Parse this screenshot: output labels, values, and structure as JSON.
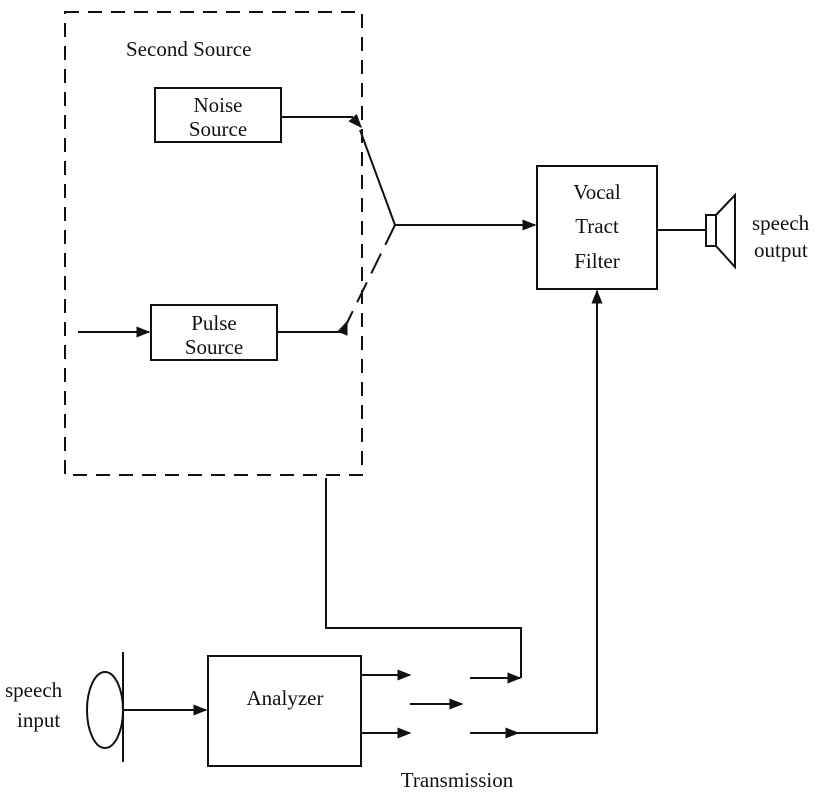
{
  "diagram": {
    "group_label": "Second Source",
    "blocks": {
      "noise_source": [
        "Noise",
        "Source"
      ],
      "pulse_source": [
        "Pulse",
        "Source"
      ],
      "vocal_tract_filter": [
        "Vocal",
        "Tract",
        "Filter"
      ],
      "analyzer": "Analyzer"
    },
    "labels": {
      "speech_output": [
        "speech",
        "output"
      ],
      "speech_input": [
        "speech",
        "input"
      ],
      "transmission": "Transmission"
    }
  }
}
